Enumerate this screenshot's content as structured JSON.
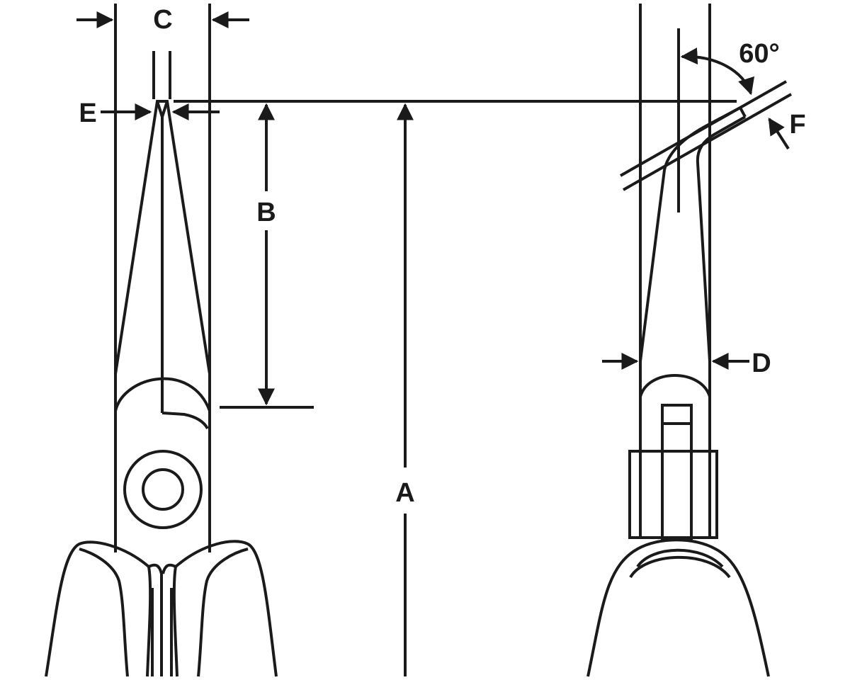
{
  "diagram": {
    "labels": {
      "A": "A",
      "B": "B",
      "C": "C",
      "D": "D",
      "E": "E",
      "F": "F",
      "angle": "60°"
    },
    "stroke_color": "#1a1a1a",
    "background": "#ffffff"
  }
}
